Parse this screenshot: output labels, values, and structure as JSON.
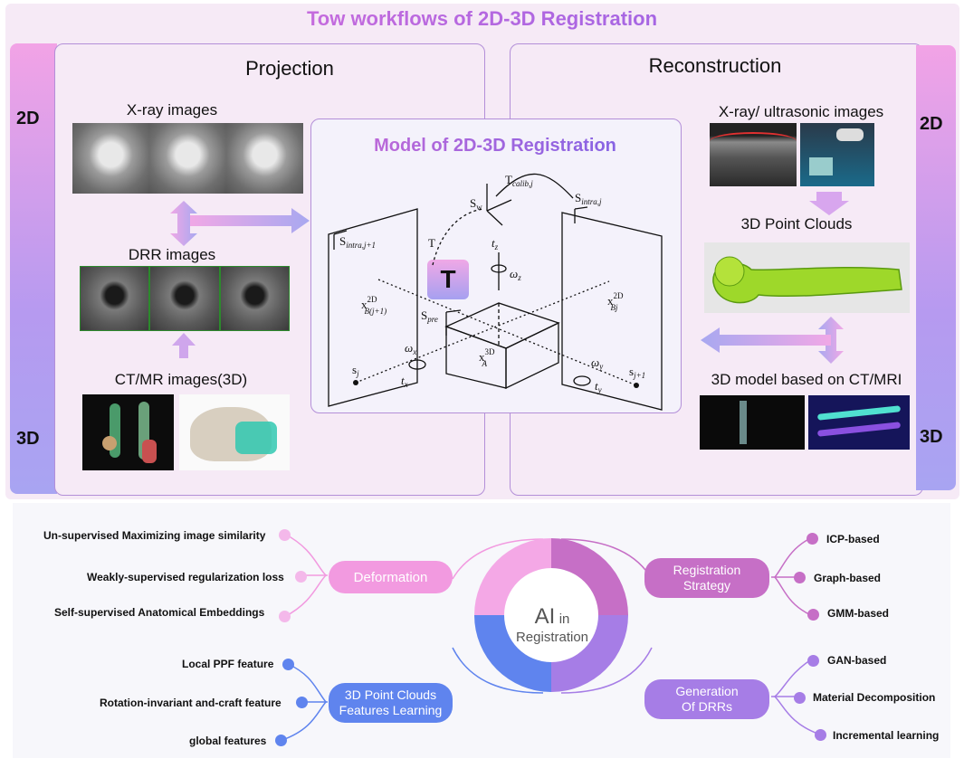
{
  "title": "Tow workflows of 2D-3D Registration",
  "left_bar": {
    "top": "2D",
    "bottom": "3D"
  },
  "right_bar": {
    "top": "2D",
    "bottom": "3D"
  },
  "projection": {
    "title": "Projection",
    "xray_label": "X-ray images",
    "drr_label": "DRR images",
    "ct_label": "CT/MR images(3D)"
  },
  "reconstruction": {
    "title": "Reconstruction",
    "xray_label": "X-ray/ ultrasonic images",
    "pc_label": "3D Point Clouds",
    "model_label": "3D model based on CT/MRI"
  },
  "model": {
    "title": "Model of 2D-3D Registration",
    "t_badge": "T",
    "math": {
      "t_calib": "T",
      "t_calib_sub": "calib,j",
      "s_w": "S",
      "s_w_sub": "w",
      "s_intra_j": "S",
      "s_intra_j_sub": "intra,j",
      "s_intra_j1": "S",
      "s_intra_j1_sub": "intra,j+1",
      "t_left": "T",
      "t_z": "t",
      "t_z_sub": "z",
      "omega_z": "ω",
      "omega_z_sub": "z",
      "x_b_j1": "x",
      "x_b_j1_sup": "2D",
      "x_b_j1_sub": "B(j+1)",
      "x_b_j": "x",
      "x_b_j_sup": "2D",
      "x_b_j_sub": "Bj",
      "s_pre": "S",
      "s_pre_sub": "pre",
      "x_a": "x",
      "x_a_sup": "3D",
      "x_a_sub": "A",
      "omega_x": "ω",
      "omega_x_sub": "x",
      "t_x": "t",
      "t_x_sub": "x",
      "omega_y": "ω",
      "omega_y_sub": "y",
      "t_y": "t",
      "t_y_sub": "y",
      "s_j": "s",
      "s_j_sub": "j",
      "s_j1": "s",
      "s_j1_sub": "j+1"
    }
  },
  "ai": {
    "center_big": "AI",
    "center_small": "in",
    "center_line2": "Registration",
    "deformation": {
      "label": "Deformation",
      "color": "#f29ae0",
      "items": [
        "Un-supervised Maximizing image similarity",
        "Weakly-supervised  regularization loss",
        "Self-supervised Anatomical Embeddings"
      ]
    },
    "registration_strategy": {
      "label_line1": "Registration",
      "label_line2": "Strategy",
      "color": "#c66fc6",
      "items": [
        "ICP-based",
        "Graph-based",
        "GMM-based"
      ]
    },
    "point_clouds": {
      "label_line1": "3D Point Clouds",
      "label_line2": "Features Learning",
      "color": "#5f84ee",
      "items": [
        "Local PPF feature",
        "Rotation-invariant and-craft feature",
        "global features"
      ]
    },
    "generation": {
      "label_line1": "Generation",
      "label_line2": "Of DRRs",
      "color": "#a67de6",
      "items": [
        "GAN-based",
        "Material Decomposition",
        "Incremental learning"
      ]
    }
  }
}
